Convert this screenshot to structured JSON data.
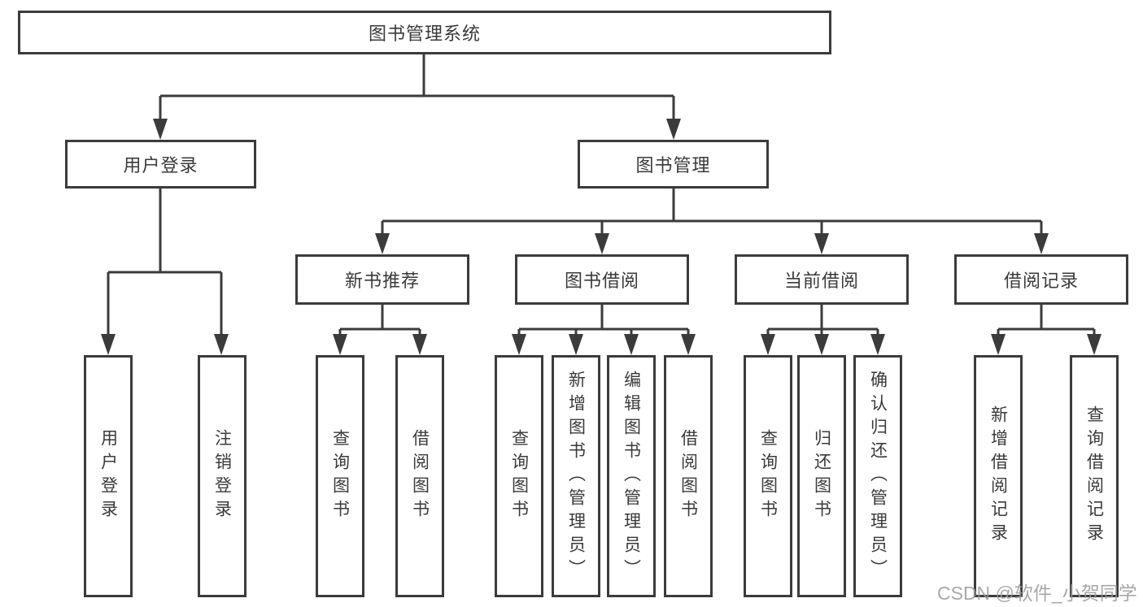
{
  "watermark": "CSDN @软件_小贺同学",
  "colors": {
    "line": "#3b3b3b",
    "text": "#3a3a3a",
    "background": "#ffffff",
    "watermark": "#9a9a9a"
  },
  "tree": {
    "root": "图书管理系统",
    "user_login": {
      "label": "用户登录",
      "children": [
        "用户登录",
        "注销登录"
      ]
    },
    "book_management": {
      "label": "图书管理",
      "sections": [
        {
          "label": "新书推荐",
          "children": [
            "查询图书",
            "借阅图书"
          ]
        },
        {
          "label": "图书借阅",
          "children": [
            "查询图书",
            "新增图书（管理员）",
            "编辑图书（管理员）",
            "借阅图书"
          ]
        },
        {
          "label": "当前借阅",
          "children": [
            "查询图书",
            "归还图书",
            "确认归还（管理员）"
          ]
        },
        {
          "label": "借阅记录",
          "children": [
            "新增借阅记录",
            "查询借阅记录"
          ]
        }
      ]
    }
  }
}
